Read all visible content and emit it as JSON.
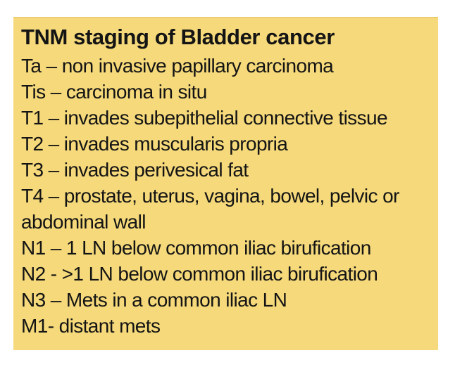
{
  "card": {
    "title": "TNM staging of Bladder cancer",
    "lines": [
      "Ta – non invasive papillary carcinoma",
      "Tis – carcinoma in situ",
      "T1 – invades subepithelial connective tissue",
      "T2 – invades muscularis propria",
      "T3 – invades perivesical fat",
      "T4 – prostate, uterus, vagina, bowel, pelvic or",
      "abdominal wall",
      "N1 – 1 LN below common iliac birufication",
      "N2 - >1 LN below common iliac birufication",
      "N3 – Mets in a common iliac LN",
      "M1- distant mets"
    ],
    "colors": {
      "card_background": "#f5d97b",
      "text": "#141414",
      "page_background": "#ffffff"
    }
  }
}
